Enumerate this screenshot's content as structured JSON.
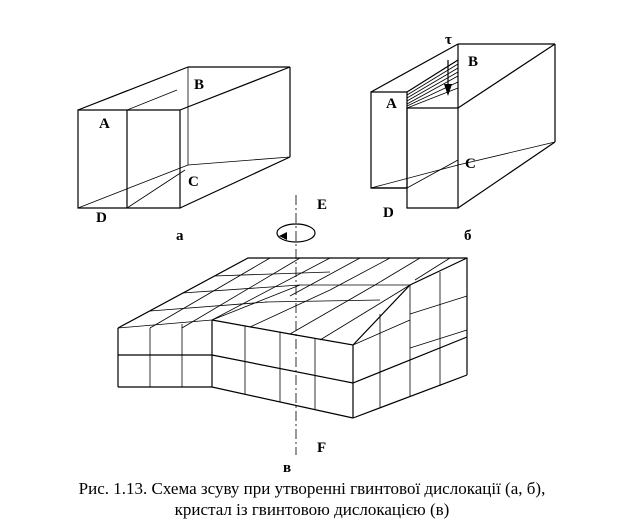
{
  "figure": {
    "part_a": {
      "points": {
        "A": "A",
        "B": "B",
        "C": "C",
        "D": "D"
      },
      "sublabel": "а"
    },
    "part_b": {
      "points": {
        "A": "A",
        "B": "B",
        "C": "C",
        "D": "D"
      },
      "stress_symbol": "τ",
      "sublabel": "б"
    },
    "part_v": {
      "axis_top": "E",
      "axis_bottom": "F",
      "sublabel": "в"
    },
    "caption": {
      "line1": "Рис. 1.13. Схема зсуву при утворенні гвинтової дислокації (а, б),",
      "line2": "кристал із гвинтовою дислокацією (в)"
    }
  }
}
